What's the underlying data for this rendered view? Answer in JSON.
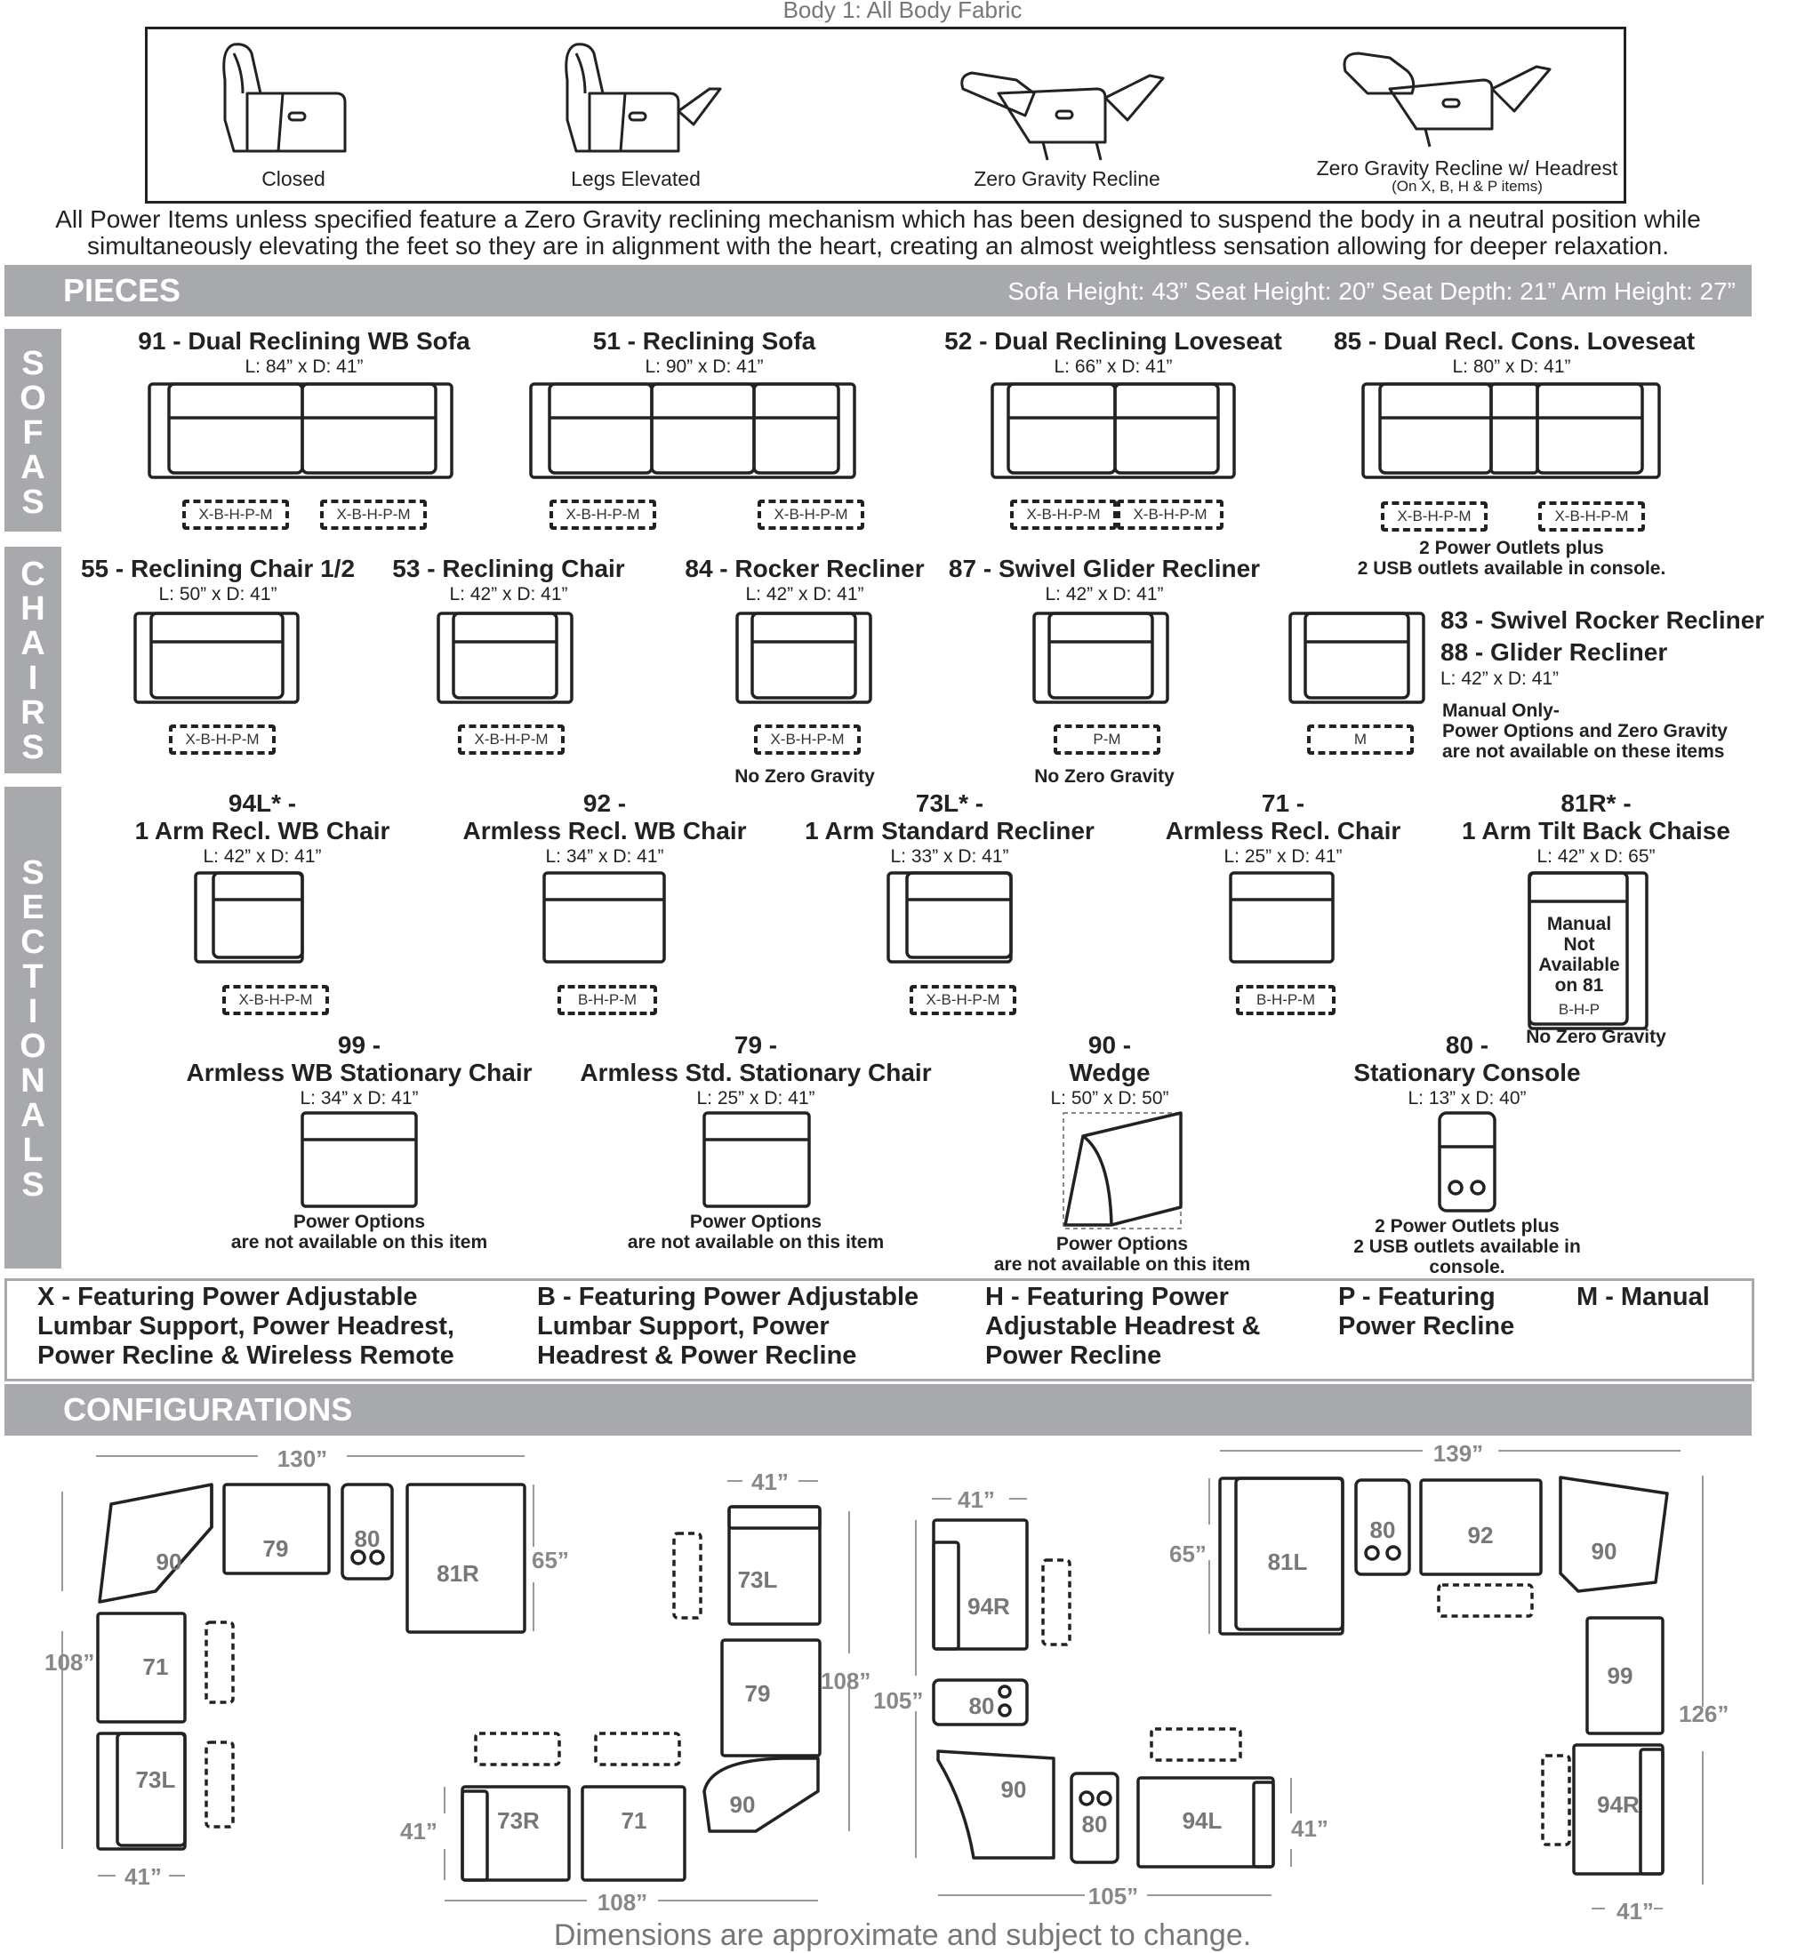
{
  "body_title": "Body 1: All Body Fabric",
  "positions": [
    {
      "label": "Closed",
      "sub": ""
    },
    {
      "label": "Legs Elevated",
      "sub": ""
    },
    {
      "label": "Zero Gravity Recline",
      "sub": ""
    },
    {
      "label": "Zero Gravity Recline w/ Headrest",
      "sub": "(On X, B, H & P items)"
    }
  ],
  "intro": "All Power Items unless specified feature a Zero Gravity reclining mechanism which has been designed to suspend the body in a neutral position while simultaneously elevating the feet so they are in alignment with the heart, creating an almost weightless sensation allowing for deeper relaxation.",
  "pieces_header": {
    "title": "PIECES",
    "dims": "Sofa Height: 43”   Seat Height: 20”   Seat Depth: 21”   Arm Height: 27”"
  },
  "side_labels": {
    "sofas": "SOFAS",
    "chairs": "CHAIRS",
    "sectionals": "SECTIONALS"
  },
  "sofas": [
    {
      "title": "91 - Dual Reclining WB Sofa",
      "dim": "L: 84” x D: 41”",
      "mech": [
        "X-B-H-P-M",
        "X-B-H-P-M"
      ]
    },
    {
      "title": "51 - Reclining Sofa",
      "dim": "L: 90” x D: 41”",
      "mech": [
        "X-B-H-P-M",
        "X-B-H-P-M"
      ]
    },
    {
      "title": "52 - Dual Reclining Loveseat",
      "dim": "L: 66” x D: 41”",
      "mech": [
        "X-B-H-P-M",
        "X-B-H-P-M"
      ]
    },
    {
      "title": "85 - Dual Recl. Cons. Loveseat",
      "dim": "L: 80” x D: 41”",
      "mech": [
        "X-B-H-P-M",
        "X-B-H-P-M"
      ],
      "note1": "2 Power Outlets plus",
      "note2": "2 USB outlets available in console."
    }
  ],
  "chairs": [
    {
      "title": "55 - Reclining Chair 1/2",
      "dim": "L: 50” x D: 41”",
      "mech": "X-B-H-P-M",
      "note": ""
    },
    {
      "title": "53 - Reclining Chair",
      "dim": "L: 42” x D: 41”",
      "mech": "X-B-H-P-M",
      "note": ""
    },
    {
      "title": "84 - Rocker Recliner",
      "dim": "L: 42” x D: 41”",
      "mech": "X-B-H-P-M",
      "note": "No Zero Gravity"
    },
    {
      "title": "87 - Swivel Glider Recliner",
      "dim": "L: 42” x D: 41”",
      "mech": "P-M",
      "note": "No Zero Gravity"
    },
    {
      "title": "83 - Swivel Rocker Recliner",
      "title2": "88 - Glider Recliner",
      "dim": "L: 42” x D: 41”",
      "mech": "M",
      "note1": "Manual Only-",
      "note2": "Power Options and Zero Gravity",
      "note3": "are not available on these items"
    }
  ],
  "sectionals_row1": [
    {
      "code": "94L* -",
      "title": "1 Arm Recl. WB Chair",
      "dim": "L: 42” x D: 41”",
      "mech": "X-B-H-P-M"
    },
    {
      "code": "92 -",
      "title": "Armless Recl. WB Chair",
      "dim": "L: 34” x D: 41”",
      "mech": "B-H-P-M"
    },
    {
      "code": "73L* -",
      "title": "1 Arm Standard Recliner",
      "dim": "L: 33” x D: 41”",
      "mech": "X-B-H-P-M"
    },
    {
      "code": "71 -",
      "title": "Armless Recl. Chair",
      "dim": "L: 25” x D: 41”",
      "mech": "B-H-P-M"
    },
    {
      "code": "81R* -",
      "title": "1 Arm Tilt Back Chaise",
      "dim": "L: 42” x D: 65”",
      "inner": [
        "Manual",
        "Not",
        "Available",
        "on 81"
      ],
      "mech": "B-H-P",
      "note": "No Zero Gravity"
    }
  ],
  "sectionals_row2": [
    {
      "code": "99 -",
      "title": "Armless WB Stationary Chair",
      "dim": "L: 34” x D: 41”",
      "note1": "Power Options",
      "note2": "are not available on this item"
    },
    {
      "code": "79 -",
      "title": "Armless Std. Stationary Chair",
      "dim": "L: 25” x D: 41”",
      "note1": "Power Options",
      "note2": "are not available on this item"
    },
    {
      "code": "90 -",
      "title": "Wedge",
      "dim": "L: 50” x D: 50”",
      "note1": "Power Options",
      "note2": "are not available on this item"
    },
    {
      "code": "80 -",
      "title": "Stationary Console",
      "dim": "L: 13” x D: 40”",
      "note1": "2 Power Outlets plus",
      "note2": "2 USB outlets available in",
      "note3": "console."
    }
  ],
  "legend": [
    {
      "lines": [
        "X - Featuring Power Adjustable",
        "Lumbar Support, Power Headrest,",
        "Power Recline & Wireless Remote"
      ]
    },
    {
      "lines": [
        "B - Featuring Power Adjustable",
        "Lumbar Support, Power",
        "Headrest &  Power Recline"
      ]
    },
    {
      "lines": [
        "H - Featuring Power",
        "Adjustable Headrest &",
        "Power Recline"
      ]
    },
    {
      "lines": [
        "P - Featuring",
        "Power Recline"
      ]
    },
    {
      "lines": [
        "M - Manual"
      ]
    }
  ],
  "configurations_header": "CONFIGURATIONS",
  "configs": {
    "c1": {
      "w": "130”",
      "h": "108”",
      "h2": "65”",
      "b": "41”",
      "pieces": [
        "90",
        "79",
        "80",
        "81R",
        "71",
        "73L"
      ]
    },
    "c2": {
      "w": "108”",
      "h": "108”",
      "t": "41”",
      "l": "41”",
      "pieces": [
        "73L",
        "79",
        "90",
        "73R",
        "71"
      ]
    },
    "c3": {
      "w": "105”",
      "h": "105”",
      "t": "41”",
      "r": "41”",
      "pieces": [
        "94R",
        "80",
        "90",
        "80",
        "94L"
      ]
    },
    "c4": {
      "w": "139”",
      "h": "126”",
      "l": "65”",
      "b": "41”",
      "pieces": [
        "81L",
        "80",
        "92",
        "90",
        "99",
        "94R"
      ]
    }
  },
  "footer": "Dimensions are approximate and subject to change."
}
